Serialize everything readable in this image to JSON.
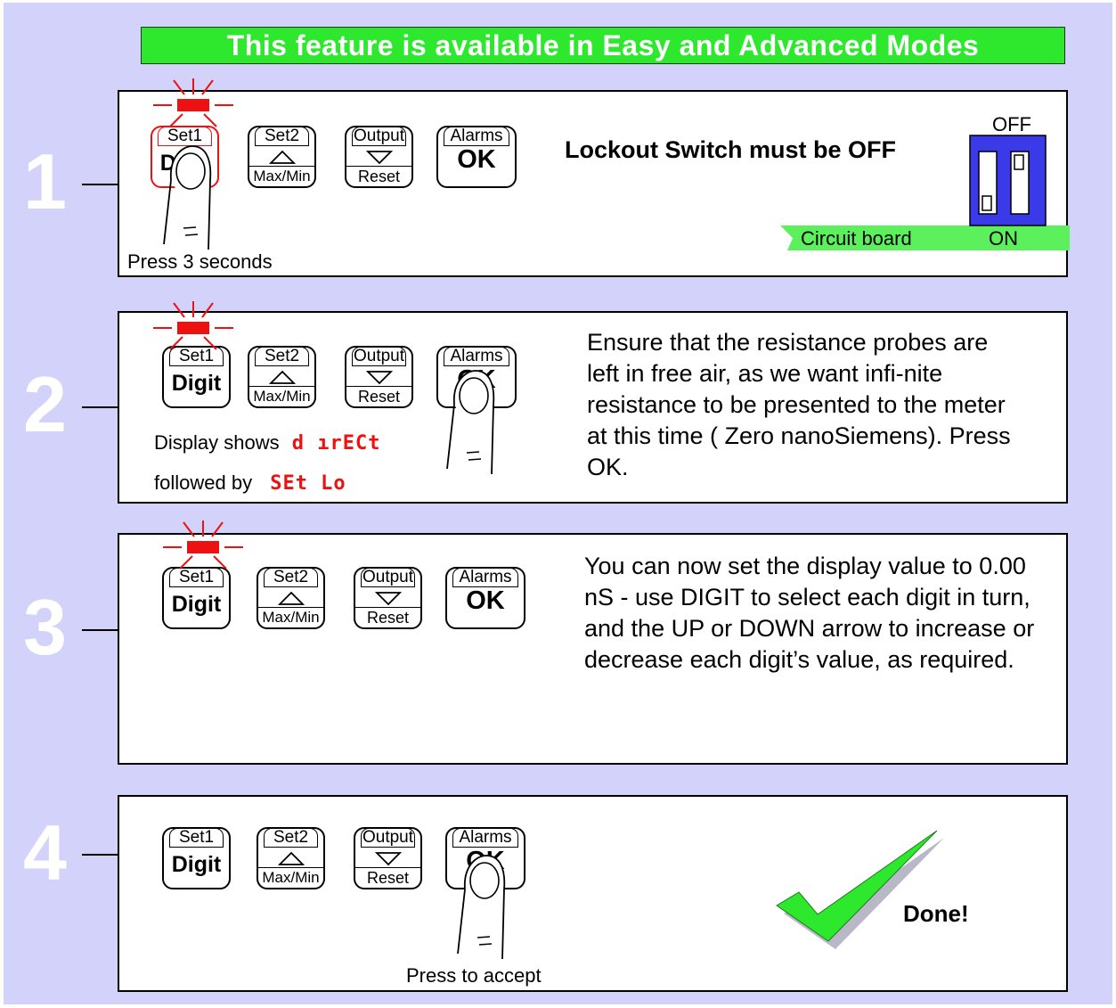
{
  "banner": "This feature is available in Easy and Advanced Modes",
  "buttons": {
    "set1_top": "Set1",
    "set1_main": "Digit",
    "set2_top": "Set2",
    "set2_bottom": "Max/Min",
    "output_top": "Output",
    "output_bottom": "Reset",
    "alarms_top": "Alarms",
    "alarms_main": "OK"
  },
  "step1": {
    "number": "1",
    "caption": "Press 3 seconds",
    "heading": "Lockout Switch must be OFF",
    "switch_off_label": "OFF",
    "switch_on_label": "ON",
    "board_label": "Circuit board"
  },
  "step2": {
    "number": "2",
    "display_prefix": "Display shows",
    "display_code1": "d ırECt",
    "followed_prefix": "followed by",
    "display_code2": "SEt Lo",
    "description": "Ensure that the resistance probes are left in free air, as we want infi-nite resistance to be presented to the meter at this time ( Zero nanoSiemens). Press OK."
  },
  "step3": {
    "number": "3",
    "description": "You can now set the display value to 0.00 nS - use DIGIT to select each digit in turn, and the UP or DOWN arrow to increase or decrease each digit’s value, as required."
  },
  "step4": {
    "number": "4",
    "caption": "Press to accept",
    "done": "Done!"
  },
  "colors": {
    "background": "#d2d2fa",
    "banner": "#2ee82e",
    "indicator_red": "#ee1111",
    "switch_blue": "#3a3ae8",
    "board_green": "#5cf05c",
    "check_green": "#2ee82e"
  },
  "icons": [
    "led-flash-icon",
    "finger-press-icon",
    "dip-switch-icon",
    "checkmark-icon",
    "up-arrow-icon",
    "down-arrow-icon"
  ]
}
